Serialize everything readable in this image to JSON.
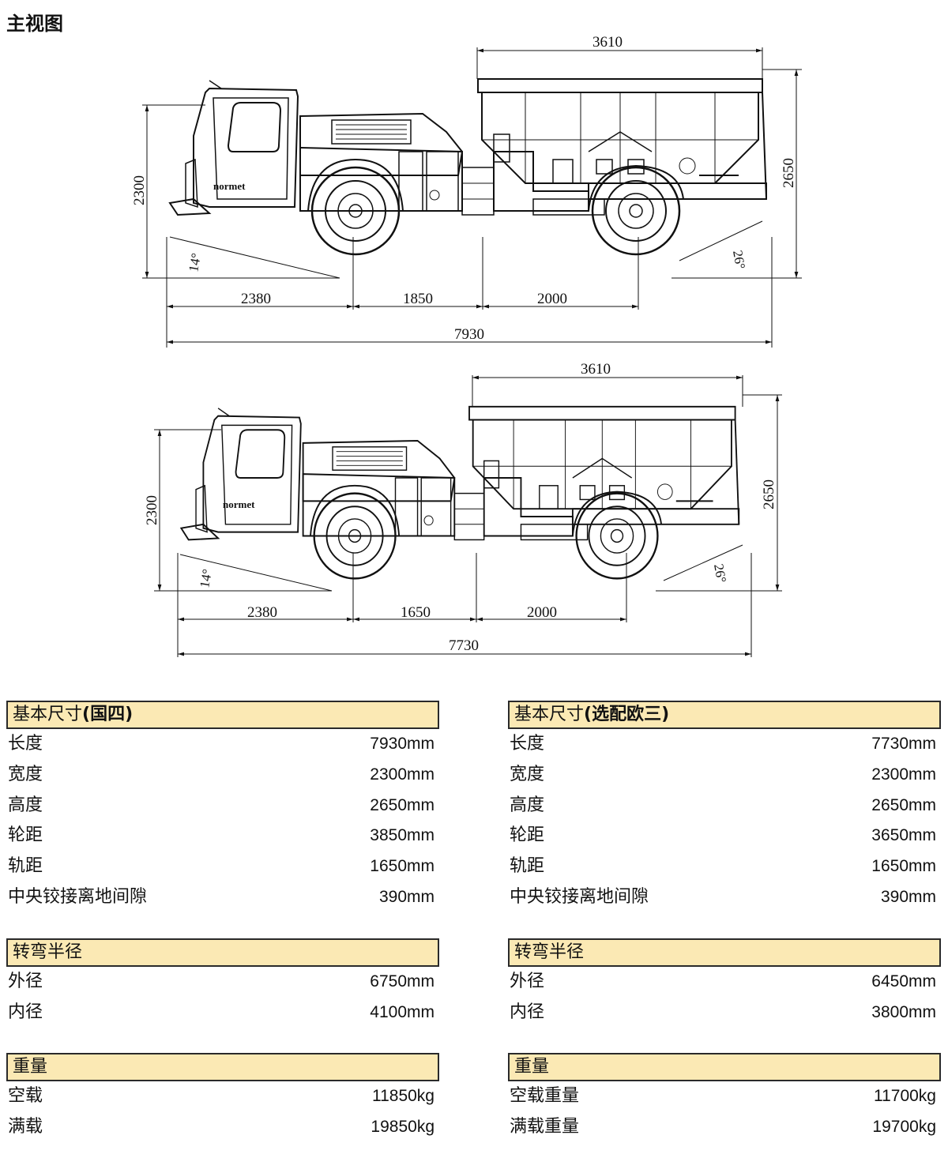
{
  "page_title": "主视图",
  "drawing_top": {
    "dims": {
      "hopper": "3610",
      "width": "2300",
      "height": "2650",
      "front": "2380",
      "mid": "1850",
      "rear": "2000",
      "total": "7930",
      "angle_front": "14°",
      "angle_rear": "26°"
    },
    "logo": "normet"
  },
  "drawing_bottom": {
    "dims": {
      "hopper": "3610",
      "width": "2300",
      "height": "2650",
      "front": "2380",
      "mid": "1650",
      "rear": "2000",
      "total": "7730",
      "angle_front": "14°",
      "angle_rear": "26°"
    },
    "logo": "normet"
  },
  "left": {
    "basic": {
      "title": "基本尺寸",
      "tag": "(国四)",
      "rows": [
        {
          "label": "长度",
          "value": "7930mm"
        },
        {
          "label": "宽度",
          "value": "2300mm"
        },
        {
          "label": "高度",
          "value": "2650mm"
        },
        {
          "label": "轮距",
          "value": "3850mm"
        },
        {
          "label": "轨距",
          "value": "1650mm"
        },
        {
          "label": "中央铰接离地间隙",
          "value": "390mm"
        }
      ]
    },
    "turn": {
      "title": "转弯半径",
      "rows": [
        {
          "label": "外径",
          "value": "6750mm"
        },
        {
          "label": "内径",
          "value": "4100mm"
        }
      ]
    },
    "weight": {
      "title": "重量",
      "rows": [
        {
          "label": "空载",
          "value": "11850kg"
        },
        {
          "label": "满载",
          "value": "19850kg"
        }
      ]
    }
  },
  "right": {
    "basic": {
      "title": "基本尺寸",
      "tag": "(选配欧三)",
      "rows": [
        {
          "label": "长度",
          "value": "7730mm"
        },
        {
          "label": "宽度",
          "value": "2300mm"
        },
        {
          "label": "高度",
          "value": "2650mm"
        },
        {
          "label": "轮距",
          "value": "3650mm"
        },
        {
          "label": "轨距",
          "value": "1650mm"
        },
        {
          "label": "中央铰接离地间隙",
          "value": "390mm"
        }
      ]
    },
    "turn": {
      "title": "转弯半径",
      "rows": [
        {
          "label": "外径",
          "value": "6450mm"
        },
        {
          "label": "内径",
          "value": "3800mm"
        }
      ]
    },
    "weight": {
      "title": "重量",
      "rows": [
        {
          "label": "空载重量",
          "value": "11700kg"
        },
        {
          "label": "满载重量",
          "value": "19700kg"
        }
      ]
    }
  }
}
